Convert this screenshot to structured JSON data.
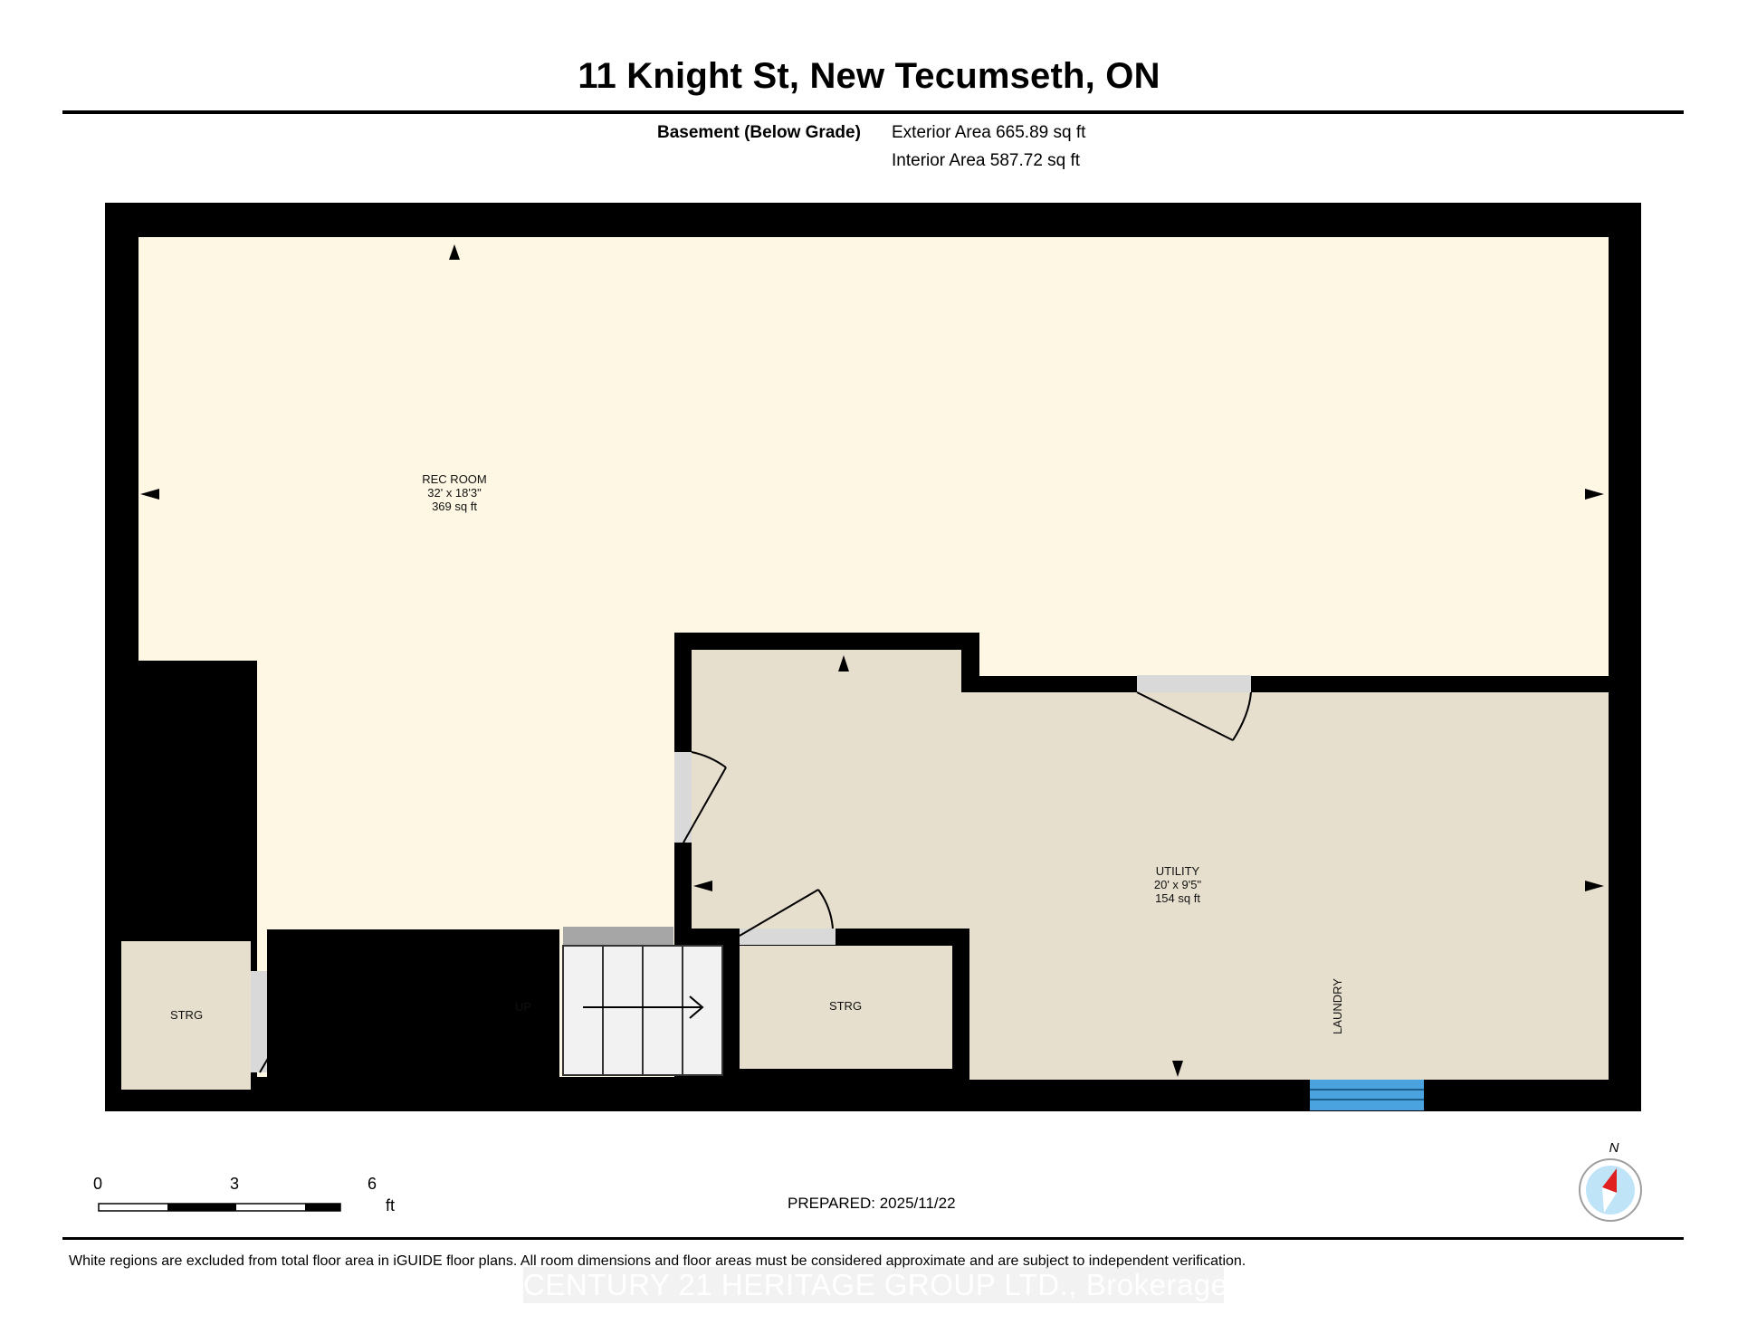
{
  "header": {
    "title": "11 Knight St, New Tecumseth, ON",
    "level_label": "Basement (Below Grade)",
    "exterior_area": "Exterior Area 665.89 sq ft",
    "interior_area": "Interior Area 587.72 sq ft"
  },
  "rooms": {
    "rec_room": {
      "name": "REC ROOM",
      "dims": "32' x 18'3\"",
      "area": "369 sq ft"
    },
    "utility": {
      "name": "UTILITY",
      "dims": "20' x 9'5\"",
      "area": "154 sq ft"
    },
    "storage_west": {
      "name": "STRG"
    },
    "storage_center": {
      "name": "STRG"
    },
    "stairs_label": "UP",
    "laundry_label": "LAUNDRY"
  },
  "scale_bar": {
    "ticks": [
      "0",
      "3",
      "6"
    ],
    "unit": "ft"
  },
  "compass": {
    "label": "N"
  },
  "prepared": "PREPARED: 2025/11/22",
  "footnote": "White regions are excluded from total floor area in iGUIDE floor plans. All room dimensions and floor areas must be considered approximate and are subject to independent verification.",
  "watermark": "CENTURY 21 HERITAGE GROUP LTD., Brokerage",
  "colors": {
    "rec_room_fill": "#fdf7e3",
    "utility_fill": "#e7dfce",
    "storage_fill": "#e7dfce",
    "wall": "#000000",
    "door_leaf": "#d9d9d9",
    "window": "#4aa3df",
    "compass_ring": "#bfe3f7",
    "compass_needle": "#e02020"
  }
}
